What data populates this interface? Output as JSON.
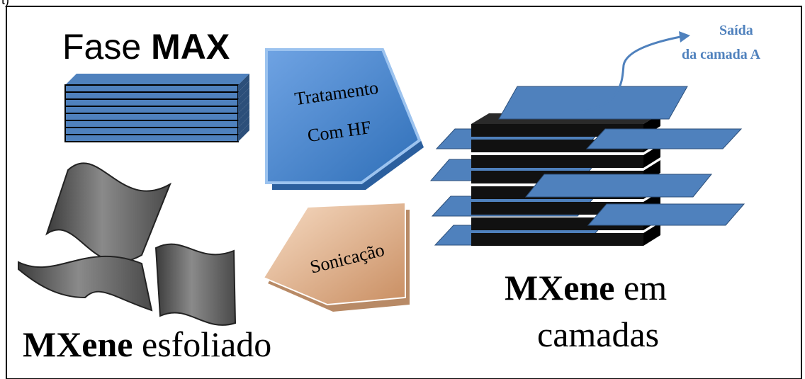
{
  "header_marker": "t)",
  "labels": {
    "max_phase_prefix": "Fase",
    "max_phase_bold": "MAX",
    "hf_line1": "Tratamento",
    "hf_line2": "Com HF",
    "sonication": "Sonicação",
    "layered_bold": "MXene",
    "layered_rest1": " em",
    "layered_line2": "camadas",
    "exfoliated_bold": "MXene",
    "exfoliated_rest": " esfoliado",
    "exit_line1": "Saída",
    "exit_line2": "da camada A"
  },
  "colors": {
    "layer_blue": "#4f81bd",
    "layer_black": "#141414",
    "hf_arrow": "#4f8fd8",
    "sonication_arrow": "#e9b995",
    "flake_gray": "#6e6e6e"
  },
  "icons": {
    "hf_arrow": "pentagon-arrow-right",
    "sonication_arrow": "pentagon-arrow-left",
    "exit_arrow": "curved-arrow-up-right"
  }
}
